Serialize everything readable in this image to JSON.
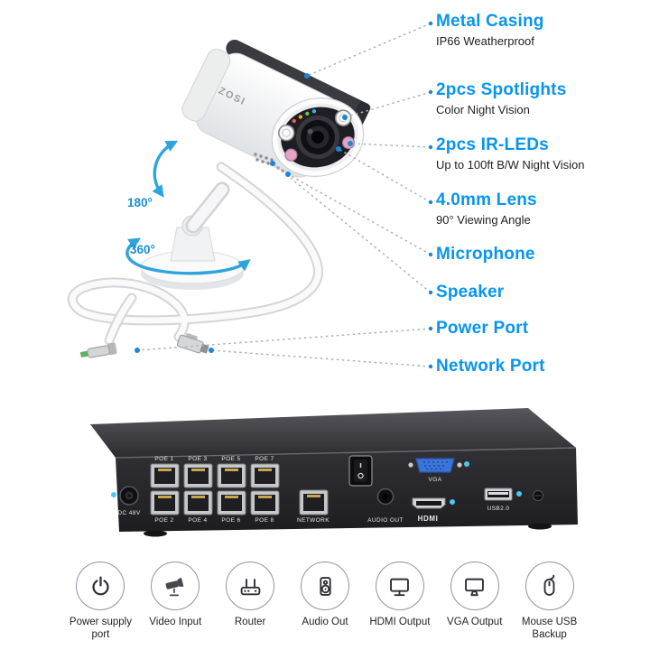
{
  "colors": {
    "accent": "#0795f0",
    "arrow": "#2ea4dc",
    "marker_dot": "#47c9f4"
  },
  "camera": {
    "brand": "ZOSI",
    "tilt_angle": "180°",
    "pan_angle": "360°"
  },
  "features": [
    {
      "title": "Metal Casing",
      "subtitle": "IP66 Weatherproof"
    },
    {
      "title": "2pcs Spotlights",
      "subtitle": "Color Night Vision"
    },
    {
      "title": "2pcs IR-LEDs",
      "subtitle": "Up to 100ft B/W Night Vision"
    },
    {
      "title": "4.0mm Lens",
      "subtitle": "90° Viewing Angle"
    },
    {
      "title": "Microphone",
      "subtitle": ""
    },
    {
      "title": "Speaker",
      "subtitle": ""
    },
    {
      "title": "Power Port",
      "subtitle": ""
    },
    {
      "title": "Network Port",
      "subtitle": ""
    }
  ],
  "nvr": {
    "dc_port": "DC 48V",
    "poe_top": [
      "POE 1",
      "POE 3",
      "POE 5",
      "POE 7"
    ],
    "poe_bottom": [
      "POE 2",
      "POE 4",
      "POE 6",
      "POE 8"
    ],
    "network": "NETWORK",
    "audio": "AUDIO OUT",
    "vga": "VGA",
    "hdmi": "HDMI",
    "usb": "USB2.0"
  },
  "legend": [
    {
      "icon": "power-icon",
      "label": "Power supply port"
    },
    {
      "icon": "bullet-camera-icon",
      "label": "Video Input"
    },
    {
      "icon": "router-icon",
      "label": "Router"
    },
    {
      "icon": "speaker-icon",
      "label": "Audio Out"
    },
    {
      "icon": "monitor-icon",
      "label": "HDMI Output"
    },
    {
      "icon": "monitor-icon",
      "label": "VGA Output"
    },
    {
      "icon": "mouse-icon",
      "label": "Mouse USB Backup"
    }
  ]
}
